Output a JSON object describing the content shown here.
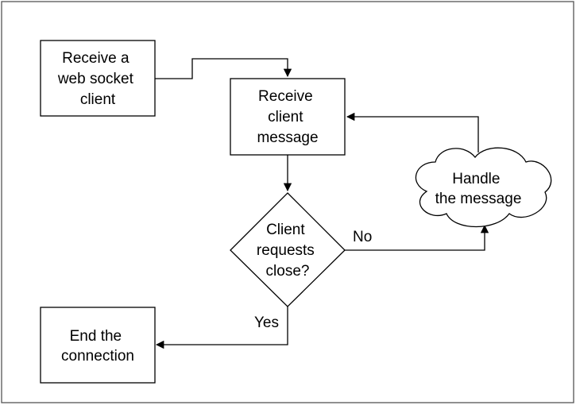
{
  "nodes": {
    "receive_client": {
      "lines": [
        "Receive a",
        "web socket",
        "client"
      ]
    },
    "receive_message": {
      "lines": [
        "Receive",
        "client",
        "message"
      ]
    },
    "decision": {
      "lines": [
        "Client",
        "requests",
        "close?"
      ]
    },
    "handle_message": {
      "lines": [
        "Handle",
        "the message"
      ]
    },
    "end_connection": {
      "lines": [
        "End the",
        "connection"
      ]
    }
  },
  "edge_labels": {
    "no": "No",
    "yes": "Yes"
  }
}
